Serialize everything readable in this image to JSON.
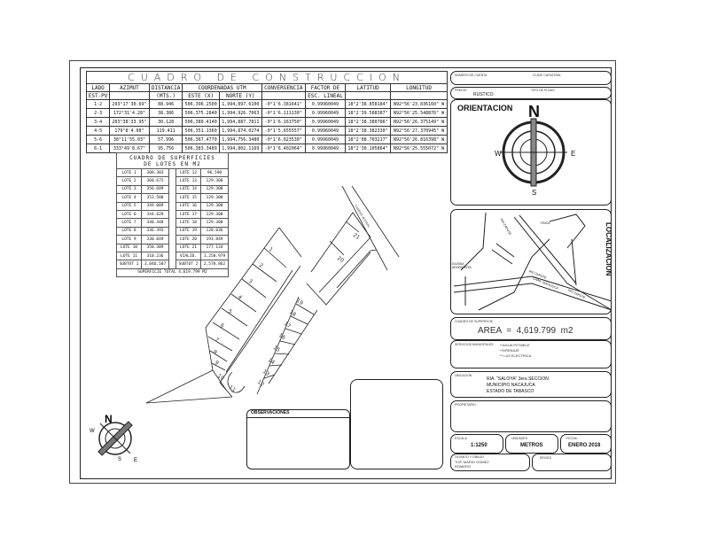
{
  "construction_table": {
    "title": "CUADRO DE CONSTRUCCION",
    "headers": [
      "LADO",
      "AZIMUT",
      "DISTANCIA",
      "COORDENADAS UTM",
      "CONVERGENCIA",
      "FACTOR DE",
      "LATITUD",
      "LONGITUD"
    ],
    "subheaders": [
      "EST-PV",
      "(MTS.)",
      "ESTE (X)",
      "NORTE (Y)",
      "ESC. LINEAL"
    ],
    "rows": [
      [
        "1-2",
        "293°17'30.69\"",
        "88.946",
        "506,396.2500",
        "1,994,897.6100",
        "-0°1'6.381641\"",
        "0.99960049",
        "18°2'38.858184\"",
        "N92°56'23.836160\" W"
      ],
      [
        "2-3",
        "172°31'4.28\"",
        "38.386",
        "506,375.2840",
        "1,994,926.7063",
        "-0°1'6.111130\"",
        "0.99960049",
        "18°2'39.588387\"",
        "N92°56'25.548876\" W"
      ],
      [
        "3-4",
        "283°38'33.95\"",
        "30.128",
        "506,380.4140",
        "1,994,887.7811",
        "-0°1'6.163750\"",
        "0.99960049",
        "18°2'38.380786\"",
        "N92°56'26.375149\" W"
      ],
      [
        "4-5",
        "179°8'4.08\"",
        "119.411",
        "506,351.1360",
        "1,994,874.0274",
        "-0°1'5.655557\"",
        "0.99960049",
        "18°2'38.382330\"",
        "N92°56'27.370945\" W"
      ],
      [
        "5-6",
        "38°11'55.03\"",
        "57.996",
        "506,367.4770",
        "1,994,756.3480",
        "-0°1'6.023530\"",
        "0.99960049",
        "18°2'08.703217\"",
        "N92°56'26.816398\" W"
      ],
      [
        "6-1",
        "333°49'8.67\"",
        "95.756",
        "506,383.3489",
        "1,994,802.1169",
        "-0°1'6.402064\"",
        "0.99960049",
        "18°2'30.105864\"",
        "N92°56'25.555072\" W"
      ]
    ]
  },
  "lots_table": {
    "title_1": "CUADRO DE SUPERFICIES",
    "title_2": "DE LOTES EN M2",
    "rows": [
      [
        "LOTE 1",
        "308.303",
        "LOTE 12",
        "96.590"
      ],
      [
        "LOTE 2",
        "360.675",
        "LOTE 13",
        "129.300"
      ],
      [
        "LOTE 3",
        "356.689",
        "LOTE 14",
        "129.300"
      ],
      [
        "LOTE 4",
        "352.500",
        "LOTE 15",
        "129.300"
      ],
      [
        "LOTE 5",
        "349.009",
        "LOTE 16",
        "129.300"
      ],
      [
        "LOTE 6",
        "344.629",
        "LOTE 17",
        "129.300"
      ],
      [
        "LOTE 7",
        "340.448",
        "LOTE 18",
        "129.300"
      ],
      [
        "LOTE 8",
        "336.393",
        "LOTE 19",
        "128.036"
      ],
      [
        "LOTE 9",
        "330.049",
        "LOTE 20",
        "193.849"
      ],
      [
        "LOTE 10",
        "350.309",
        "LOTE 21",
        "177.134"
      ],
      [
        "LOTE 11",
        "310.236",
        "VIALID.",
        "1,250.979"
      ],
      [
        "SUBTOT 1",
        "3,046.507",
        "SUBTOT 2",
        "2,578.862"
      ]
    ],
    "total": "SUPERFICIE TOTAL   4,619.799 M2"
  },
  "plan": {
    "lots": [
      "1",
      "2",
      "3",
      "4",
      "5",
      "6",
      "7",
      "8",
      "9",
      "10",
      "11",
      "12",
      "13",
      "14",
      "15",
      "16",
      "17",
      "18",
      "19",
      "20",
      "21"
    ],
    "road_label": "CAMINO VECINAL"
  },
  "north_arrow": {
    "n": "N",
    "e": "E",
    "w": "W",
    "s": "S"
  },
  "panel": {
    "clave_label": "NUMERO DE CUENTA",
    "clave2_label": "CLAVE CATASTRAL",
    "predio_label": "PREDIO",
    "predio_value": "RUSTICO",
    "tipo_label": "TIPO DE PLANO",
    "orientation_title": "ORIENTACION",
    "n": "N",
    "s": "S",
    "e": "E",
    "w": "W",
    "localization_title": "LOCALIZACION",
    "map_labels": [
      "IGLESIA ADVENTISTA",
      "RIO ZAPOTE",
      "RIO ZAPOTE",
      "RIO ZAPOTE",
      "FINCA",
      "CARR. NACAJUCA"
    ],
    "area_label": "CUADRO DE SUPERFICIE",
    "area_value": "AREA  =  4,619.799  m2",
    "services_label": "SERVICIOS MUNICIPALES",
    "services": [
      "**AGUA POTABLE",
      "**DRENAJE",
      "** LUZ ELECTRICA"
    ],
    "ubicacion_label": "UBICACION",
    "ubicacion": [
      "RIA. \"SALOYA\" 3era SECCION",
      "MUNICIPIO NACAJUCA",
      "ESTADO DE TABASCO"
    ],
    "propietario_label": "PROPIETARIO",
    "escala_label": "ESCALA",
    "escala": "1:1250",
    "unidades_label": "UNIDADES",
    "unidades": "METROS",
    "fecha_label": "FECHA",
    "fecha": "ENERO 2018",
    "levanto_label": "LEVANTO Y DIBUJO",
    "levanto": [
      "TOP. MARIO GOMEZ",
      "ROMERO"
    ],
    "reviso_label": "REVISO"
  },
  "observaciones_label": "OBSERVACIONES"
}
